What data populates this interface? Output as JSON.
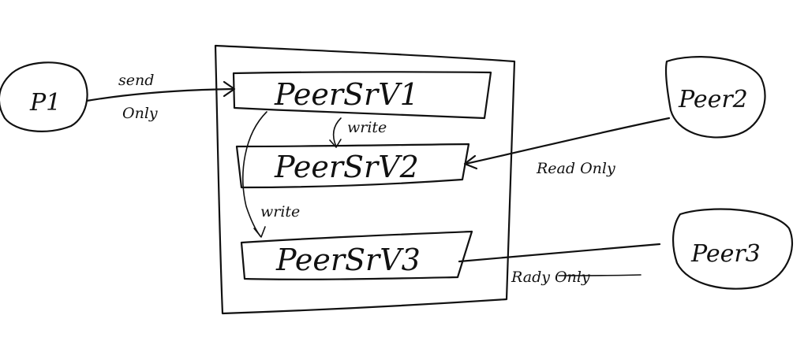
{
  "nodes": {
    "p1": {
      "label": "P1"
    },
    "peer2": {
      "label": "Peer2"
    },
    "peer3": {
      "label": "Peer3"
    }
  },
  "servers": {
    "srv1": {
      "label": "PeerSrV1"
    },
    "srv2": {
      "label": "PeerSrV2"
    },
    "srv3": {
      "label": "PeerSrV3"
    }
  },
  "edges": {
    "send_only": {
      "line1": "send",
      "line2": "Only"
    },
    "write_1": {
      "label": "write"
    },
    "write_2": {
      "label": "write"
    },
    "read_only_peer2": {
      "label": "Read Only"
    },
    "read_only_peer3": {
      "label": "Rady Only"
    }
  },
  "colors": {
    "ink": "#111111",
    "background": "#ffffff"
  }
}
